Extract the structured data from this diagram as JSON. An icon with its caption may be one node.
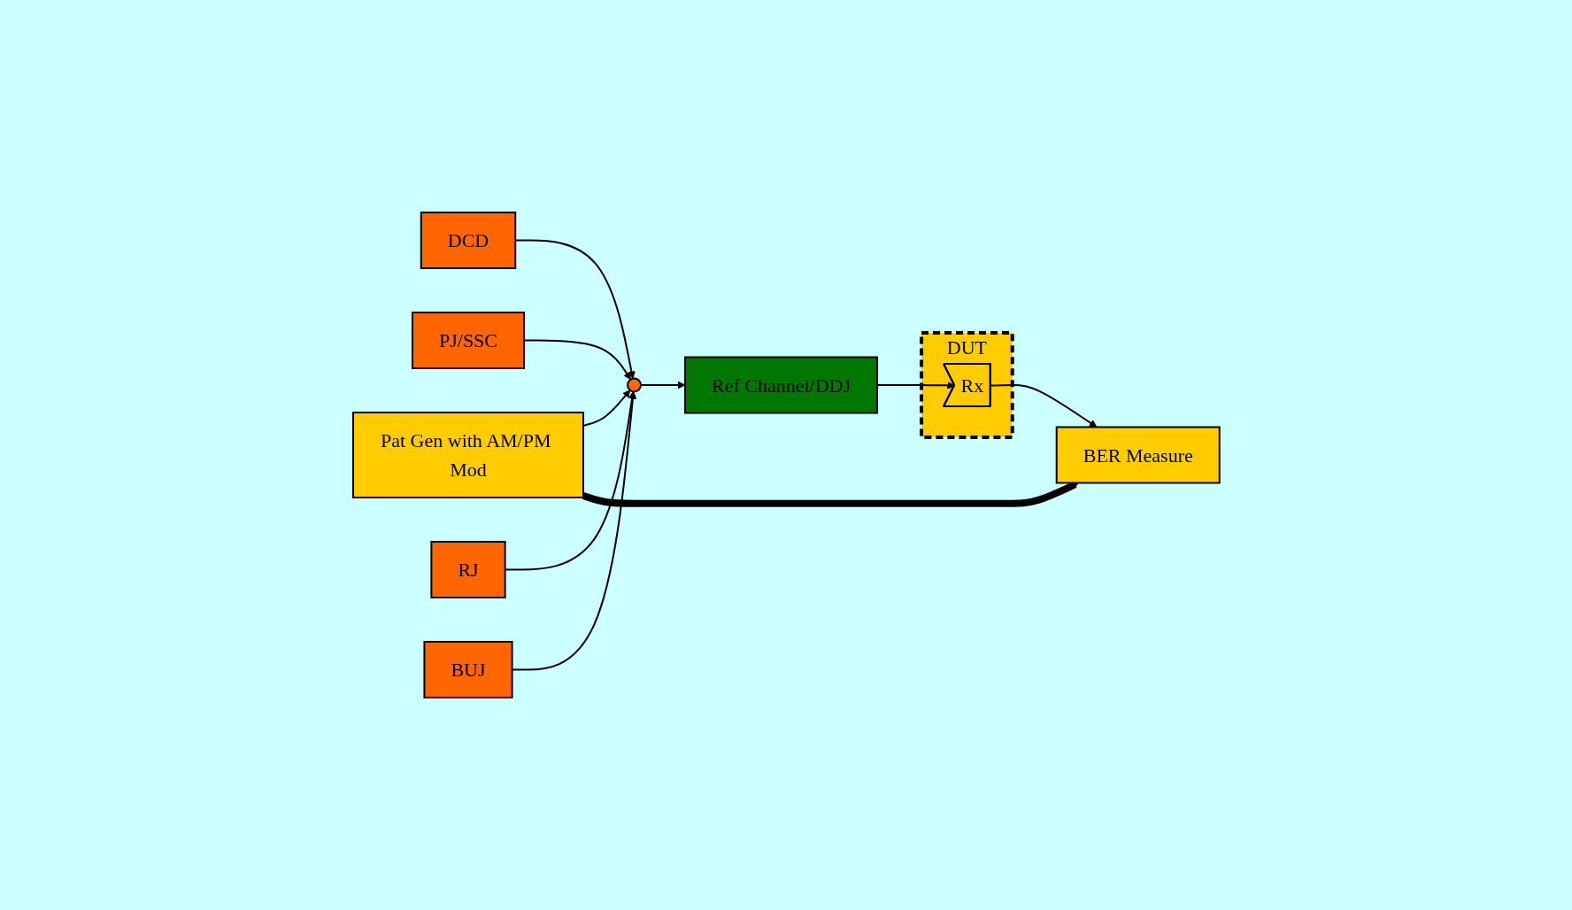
{
  "diagram": {
    "nodes": [
      {
        "text": [
          "Pat Gen with AM/PM Mod"
        ]
      },
      {
        "text": [
          "DCD"
        ]
      },
      {
        "text": [
          "PJ/SSC"
        ]
      },
      {
        "text": [],
        "shape": "circle"
      },
      {
        "text": [
          "Ref Channel/DDJ"
        ]
      },
      {
        "text": [
          "DUT"
        ]
      },
      {
        "text": [
          "Rx"
        ],
        "in": 5
      },
      {
        "text": [
          "BER Measure"
        ]
      },
      {
        "text": [
          "RJ"
        ]
      },
      {
        "text": [
          "BUJ"
        ]
      }
    ],
    "edges": [
      {
        "from": 0,
        "to": 3,
        "arrow": "to"
      },
      {
        "from": 1,
        "to": 3,
        "arrow": "to"
      },
      {
        "from": 2,
        "to": 3,
        "arrow": "to"
      },
      {
        "from": 8,
        "to": 3,
        "arrow": "to"
      },
      {
        "from": 9,
        "to": 3,
        "arrow": "to"
      },
      {
        "from": 3,
        "to": 4,
        "arrow": "to"
      },
      {
        "from": 4,
        "to": 6,
        "arrow": "to"
      },
      {
        "from": 6,
        "to": 7,
        "arrow": "to"
      },
      {
        "from": 0,
        "to": 7,
        "arrow": "to",
        "style": "thick"
      }
    ]
  }
}
